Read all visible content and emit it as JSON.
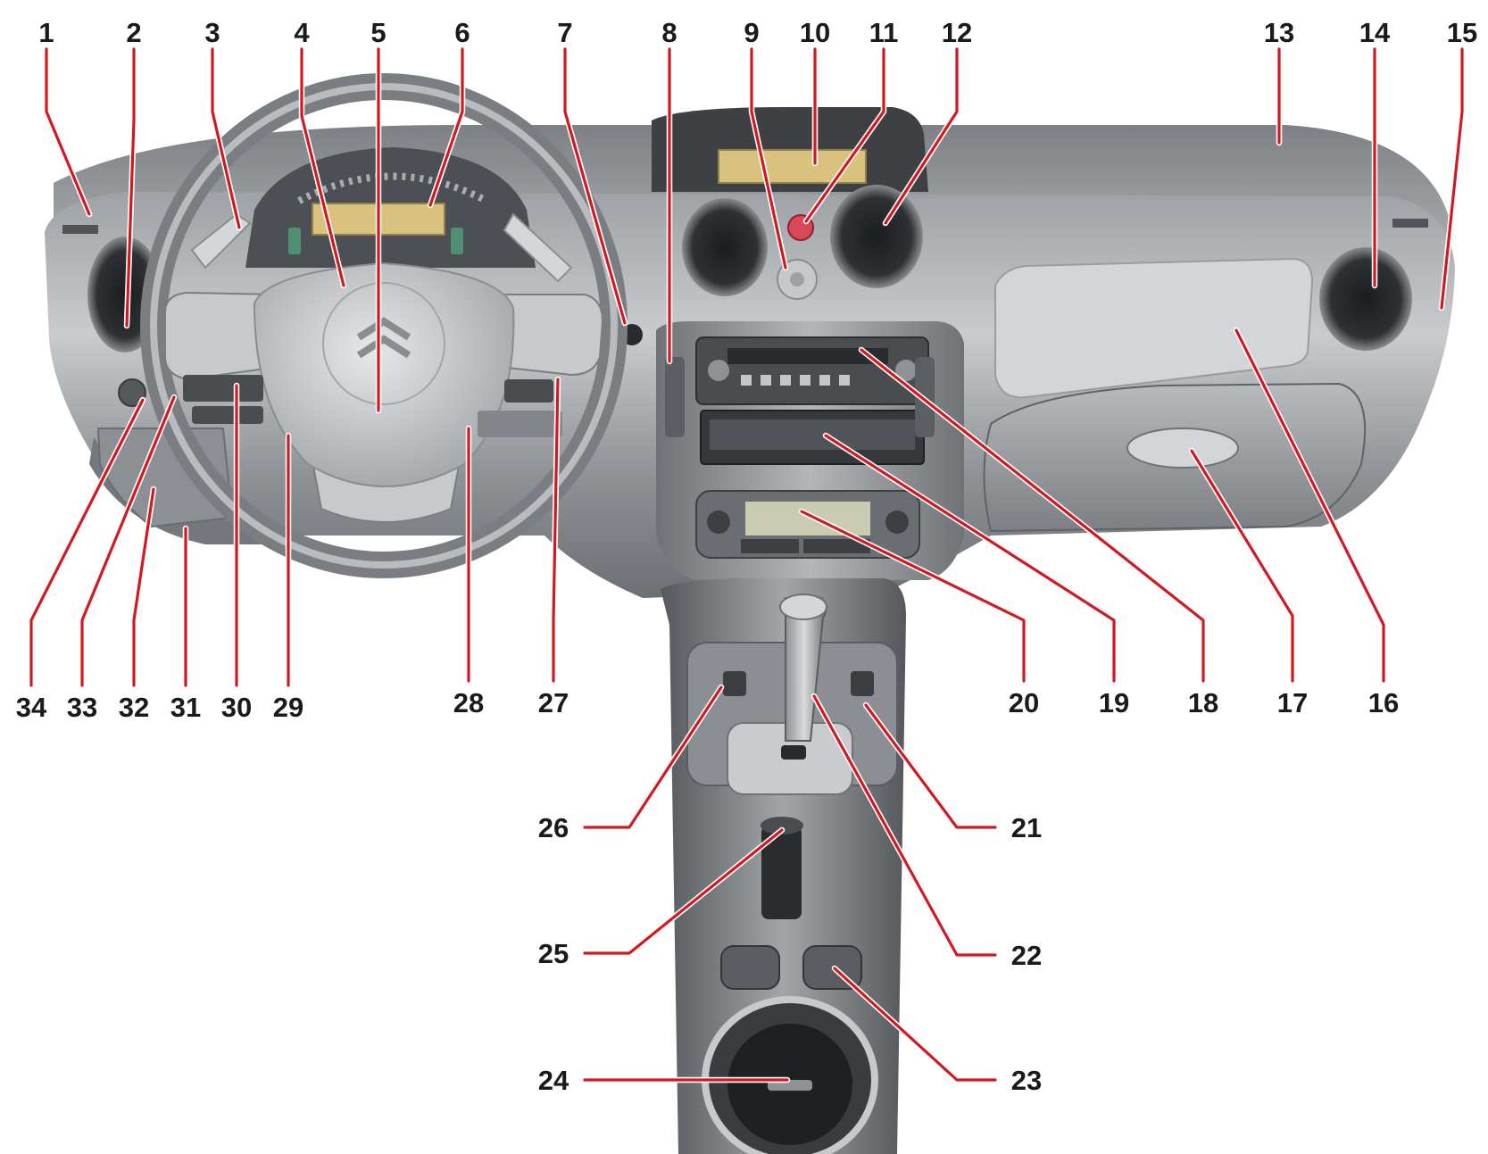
{
  "colors": {
    "leader": "#d01920",
    "number": "#1a1a1a",
    "dash_dark": "#5e6064",
    "dash_light": "#c7c9cc",
    "display": "#d8c27e"
  },
  "icons": [
    "citroen-logo",
    "hazard-button",
    "steering-wheel",
    "gear-lever"
  ],
  "callouts": [
    {
      "num": "1"
    },
    {
      "num": "2"
    },
    {
      "num": "3"
    },
    {
      "num": "4"
    },
    {
      "num": "5"
    },
    {
      "num": "6"
    },
    {
      "num": "7"
    },
    {
      "num": "8"
    },
    {
      "num": "9"
    },
    {
      "num": "10"
    },
    {
      "num": "11"
    },
    {
      "num": "12"
    },
    {
      "num": "13"
    },
    {
      "num": "14"
    },
    {
      "num": "15"
    },
    {
      "num": "16"
    },
    {
      "num": "17"
    },
    {
      "num": "18"
    },
    {
      "num": "19"
    },
    {
      "num": "20"
    },
    {
      "num": "21"
    },
    {
      "num": "22"
    },
    {
      "num": "23"
    },
    {
      "num": "24"
    },
    {
      "num": "25"
    },
    {
      "num": "26"
    },
    {
      "num": "27"
    },
    {
      "num": "28"
    },
    {
      "num": "29"
    },
    {
      "num": "30"
    },
    {
      "num": "31"
    },
    {
      "num": "32"
    },
    {
      "num": "33"
    },
    {
      "num": "34"
    }
  ]
}
